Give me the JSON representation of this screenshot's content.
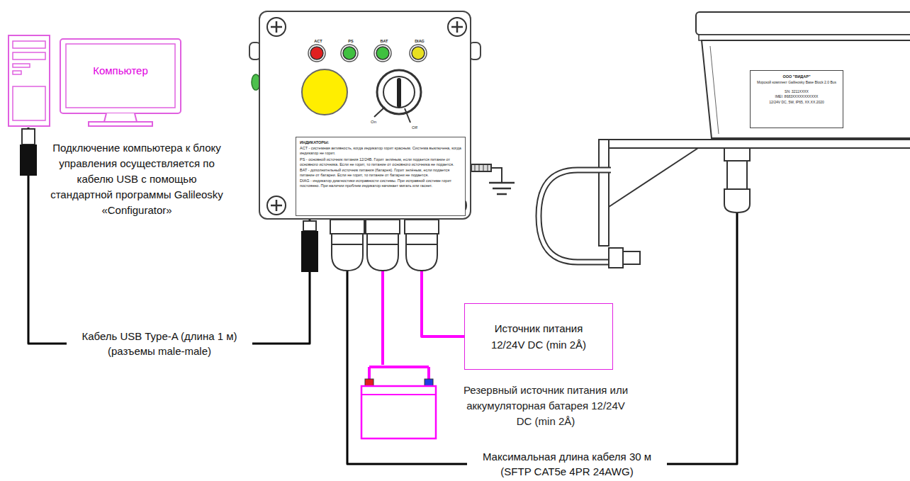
{
  "diagram": {
    "nodes": [
      {
        "text": [
          "Компьютер"
        ]
      },
      {
        "text": [
          "ACT",
          "PS",
          "BAT",
          "DIAG",
          "On",
          "Off"
        ]
      },
      {
        "text": [
          "ИНДИКАТОРЫ:",
          "ACT - системная активность, когда индикатор горит красным. Система выключена, когда индикатор не горит.",
          "PS - основной источник питания 12/24В. Горит зелёным, если подается питание от основного источника. Если не горит, то питание от основного источника не подается.",
          "BAT - дополнительный источник питания (батарея). Горит зелёным, если подается питание от батареи. Если не горит, то питание от батареи не подается.",
          "DIAG - индикатор диагностики исправности системы. При исправной системе горит постоянно. При наличии проблем индикатор начинает мигать или гаснет."
        ],
        "in": 1
      },
      {
        "text": [
          "ООО \"ВИДАР\"",
          "Морской комплект Galileosky Base Block 2.0 Bus",
          "SN: 3211XXXX",
          "IMEI: 8683XXXXXXXXXXX",
          "12/24V DC, 5W, IP65, XX.XX.2020"
        ]
      },
      {
        "text": [
          "Источник питания 12/24V DC (min 2Å)"
        ]
      },
      {
        "text": [
          "Резервный источник питания или аккумуляторная батарея 12/24V DC (min 2Å)"
        ]
      }
    ],
    "edges": [
      {
        "from": 0,
        "to": 1,
        "arrow": "none",
        "label": "Кабель USB Type-A (длина 1 м) (разъемы male-male)"
      },
      {
        "from": 1,
        "to": 5,
        "arrow": "none"
      },
      {
        "from": 1,
        "to": 4,
        "arrow": "none"
      },
      {
        "from": 1,
        "to": 3,
        "arrow": "none",
        "label": "Максимальная длина кабеля 30 м (SFTP CAT5e 4PR 24AWG)"
      }
    ],
    "labels": [
      "Подключение компьютера к блоку управления осуществляется по кабелю USB с помощью стандартной программы Galileosky «Configurator»"
    ]
  }
}
